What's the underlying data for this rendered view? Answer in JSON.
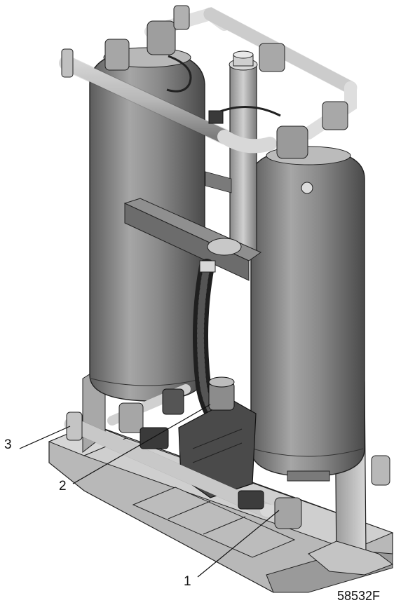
{
  "figure": {
    "callouts": [
      {
        "id": "1",
        "label": "1"
      },
      {
        "id": "2",
        "label": "2"
      },
      {
        "id": "3",
        "label": "3"
      }
    ],
    "figure_id": "58532F"
  },
  "colors": {
    "vessel_dark": "#6e6e6e",
    "vessel_mid": "#9a9a9a",
    "vessel_light": "#c8c8c8",
    "pipe_light": "#e6e6e6",
    "hose_black": "#2a2a2a",
    "line": "#111111"
  }
}
